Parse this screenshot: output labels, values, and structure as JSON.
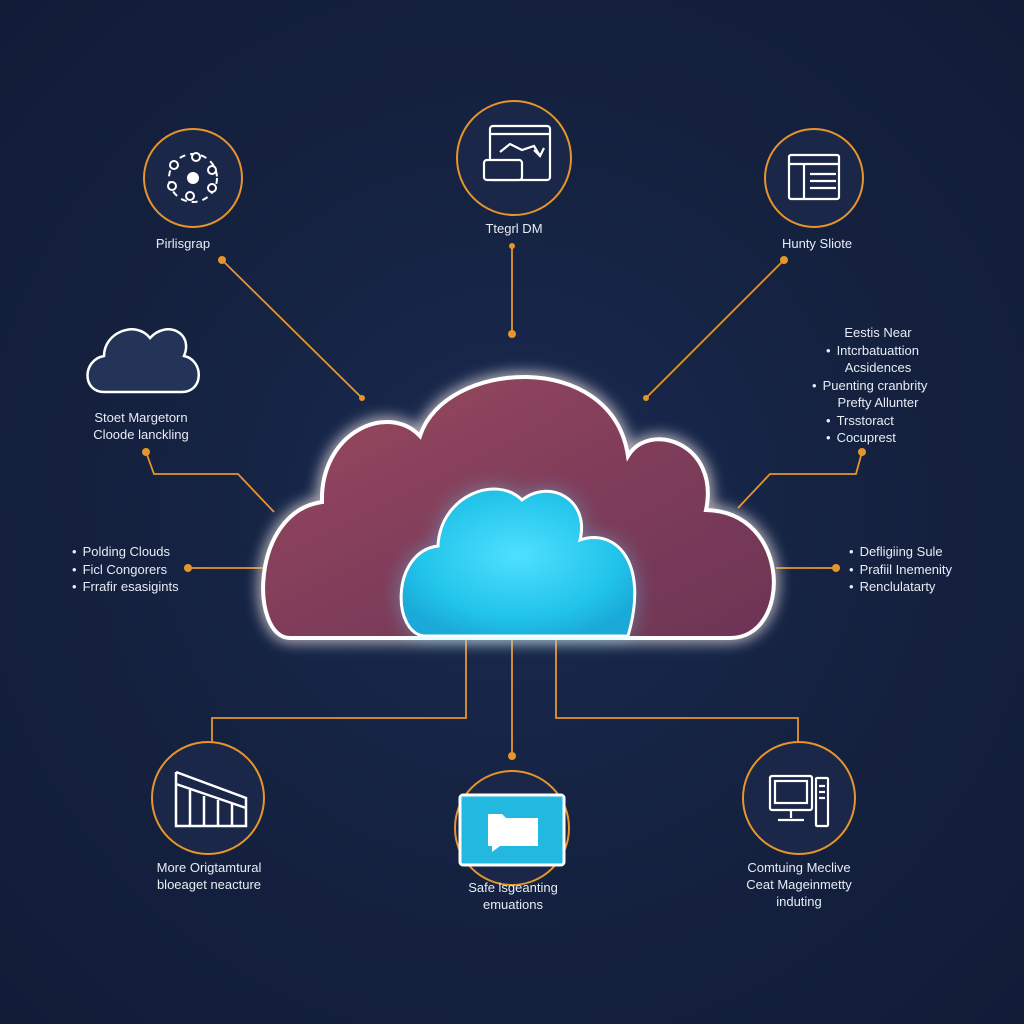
{
  "colors": {
    "background": "#14213f",
    "connector": "#e6952a",
    "node_ring": "#e6952a",
    "node_fill": "#1a2748",
    "icon_stroke": "#ffffff",
    "outer_cloud": "#8a4560",
    "inner_cloud": "#25c8ea",
    "cloud_glow": "#ffffff"
  },
  "nodes": {
    "top_left": {
      "icon": "network-nodes-icon",
      "label": "Pirlisgrap"
    },
    "top_center": {
      "icon": "window-workflow-icon",
      "label": "Ttegrl DM"
    },
    "top_right": {
      "icon": "spreadsheet-window-icon",
      "label": "Hunty Sliote"
    },
    "mid_left": {
      "icon": "cloud-outline-icon",
      "lines": [
        "Stoet Margetorn",
        "Cloode lanckling"
      ]
    },
    "bottom_left": {
      "icon": "building-icon",
      "lines": [
        "More Origtamtural",
        "bloeaget neacture"
      ]
    },
    "bottom_center": {
      "icon": "folder-monitor-icon",
      "lines": [
        "Safe lsgeanting",
        "emuations"
      ]
    },
    "bottom_right": {
      "icon": "desktop-computer-icon",
      "lines": [
        "Comtuing Meclive",
        "Ceat Mageinmetty",
        "induting"
      ]
    }
  },
  "lists": {
    "right_upper": [
      {
        "text": "Eestis Near",
        "bullet": false
      },
      {
        "text": "Intcrbatuattion",
        "bullet": true
      },
      {
        "text": "Acsidences",
        "bullet": false
      },
      {
        "text": "Puenting cranbrity",
        "bullet": true
      },
      {
        "text": "Prefty Allunter",
        "bullet": false
      },
      {
        "text": "Trsstoract",
        "bullet": true
      },
      {
        "text": "Cocuprest",
        "bullet": true
      }
    ],
    "left_mid": [
      "Polding Clouds",
      "Ficl Congorers",
      "Frrafir esasigints"
    ],
    "right_mid": [
      "Defligiing Sule",
      "Prafiil Inemenity",
      "Renclulatarty"
    ]
  }
}
